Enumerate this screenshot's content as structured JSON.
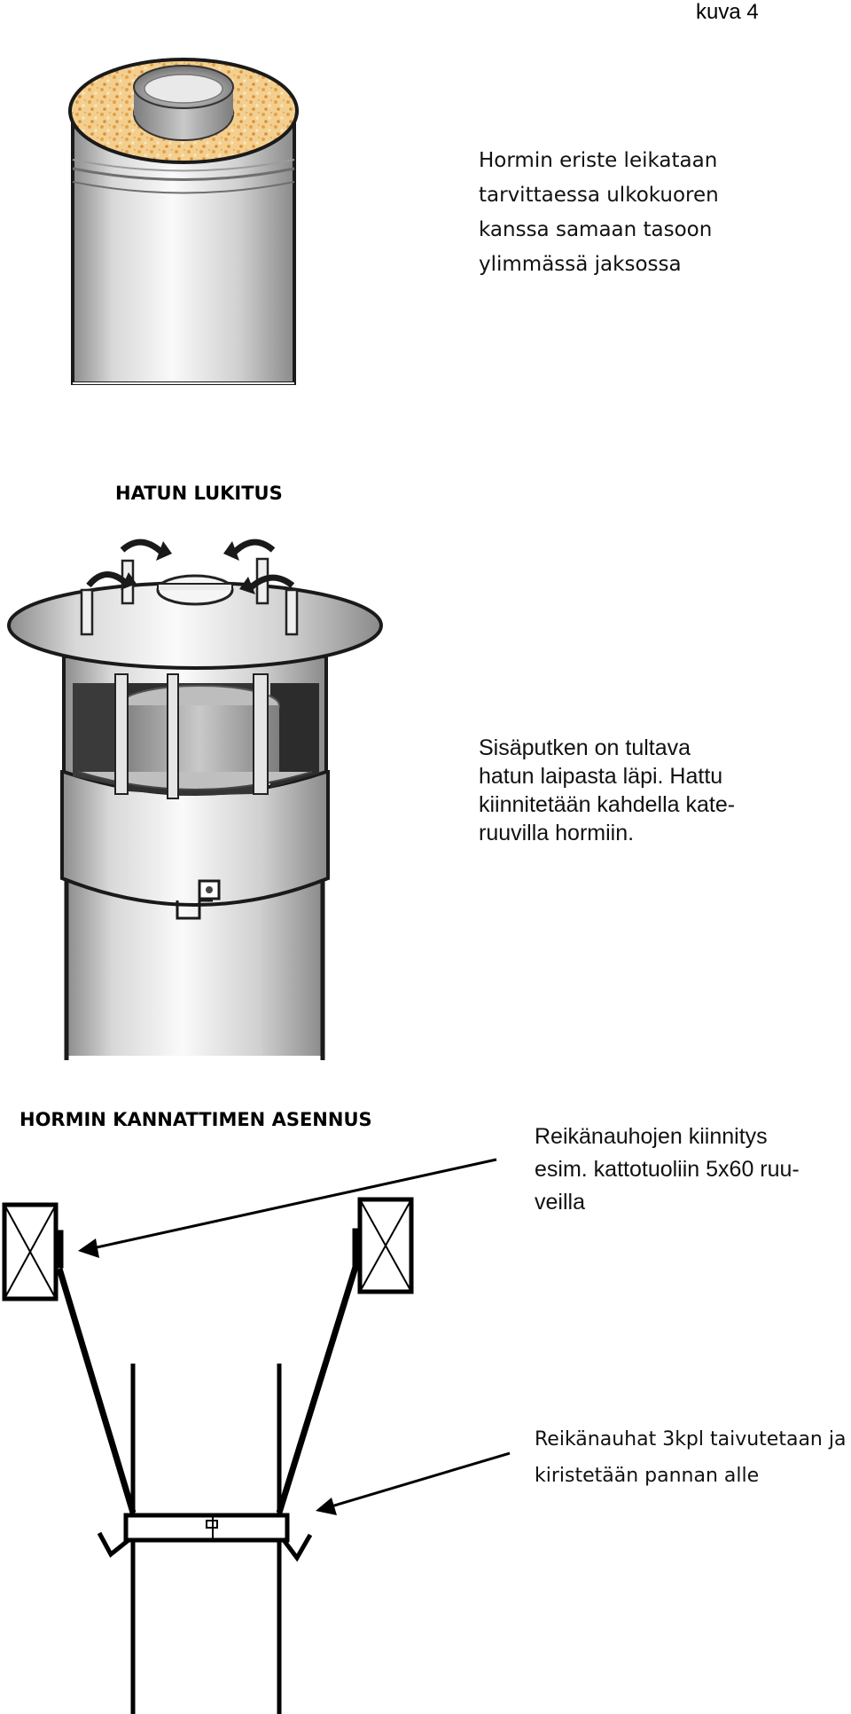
{
  "page_label": "kuva 4",
  "section1": {
    "caption_lines": [
      "Hormin eriste leikataan",
      "tarvittaessa ulkokuoren",
      "kanssa samaan tasoon",
      "ylimmässä jaksossa"
    ]
  },
  "section2": {
    "heading": "HATUN LUKITUS",
    "caption_lines": [
      "Sisäputken on tultava",
      "hatun laipasta läpi. Hattu",
      "kiinnitetään kahdella kate-",
      "ruuvilla hormiin."
    ]
  },
  "section3": {
    "heading": "HORMIN KANNATTIMEN ASENNUS",
    "caption_top_lines": [
      "Reikänauhojen kiinnitys",
      "esim. kattotuoliin 5x60 ruu-",
      "veilla"
    ],
    "caption_bottom_lines": [
      "Reikänauhat 3kpl taivutetaan ja",
      "kiristetään pannan alle"
    ]
  },
  "colors": {
    "insulation": "#f2c98a",
    "pipe_light": "#f4f4f4",
    "pipe_dark": "#9a9a9a",
    "outline": "#1a1a1a"
  }
}
